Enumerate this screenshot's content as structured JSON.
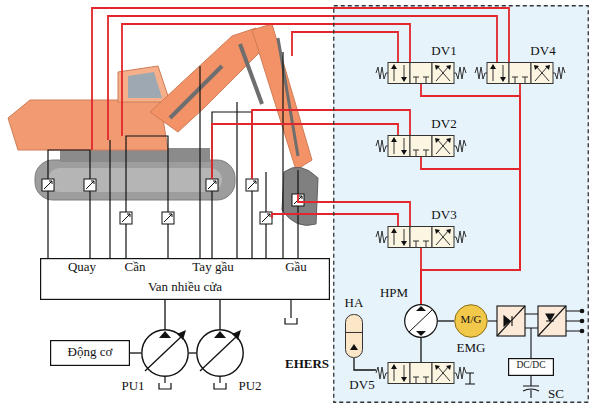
{
  "diagram": {
    "nodes": [
      {
        "text": [
          "EHERS"
        ]
      },
      {
        "text": [
          "DV1"
        ],
        "in": 0
      },
      {
        "text": [
          "DV4"
        ],
        "in": 0
      },
      {
        "text": [
          "DV2"
        ],
        "in": 0
      },
      {
        "text": [
          "DV3"
        ],
        "in": 0
      },
      {
        "text": [
          "HA"
        ],
        "in": 0
      },
      {
        "text": [
          "HPM"
        ],
        "in": 0
      },
      {
        "text": [
          "M/G",
          "EMG"
        ],
        "in": 0
      },
      {
        "text": [
          "DV5"
        ],
        "in": 0
      },
      {
        "text": [
          "DC/DC"
        ],
        "in": 0
      },
      {
        "text": [
          "Quay",
          "Cần",
          "Tay gầu",
          "Gầu",
          "Van nhiều cửa"
        ]
      },
      {
        "text": [
          "Động cơ"
        ]
      },
      {
        "text": [
          "PU1"
        ]
      },
      {
        "text": [
          "PU2"
        ]
      }
    ],
    "edges": [
      {
        "from": 1,
        "to": 6,
        "arrow": "none"
      },
      {
        "from": 2,
        "to": 6,
        "arrow": "none"
      },
      {
        "from": 3,
        "to": 6,
        "arrow": "none"
      },
      {
        "from": 4,
        "to": 6,
        "arrow": "none"
      },
      {
        "from": 6,
        "to": 7,
        "arrow": "none"
      },
      {
        "from": 5,
        "to": 8,
        "arrow": "none"
      },
      {
        "from": 8,
        "to": 6,
        "arrow": "none"
      },
      {
        "from": 11,
        "to": 12,
        "arrow": "none"
      },
      {
        "from": 12,
        "to": 13,
        "arrow": "none"
      },
      {
        "from": 12,
        "to": 10,
        "arrow": "none"
      },
      {
        "from": 13,
        "to": 10,
        "arrow": "none"
      }
    ],
    "labels": [
      "SC"
    ]
  }
}
